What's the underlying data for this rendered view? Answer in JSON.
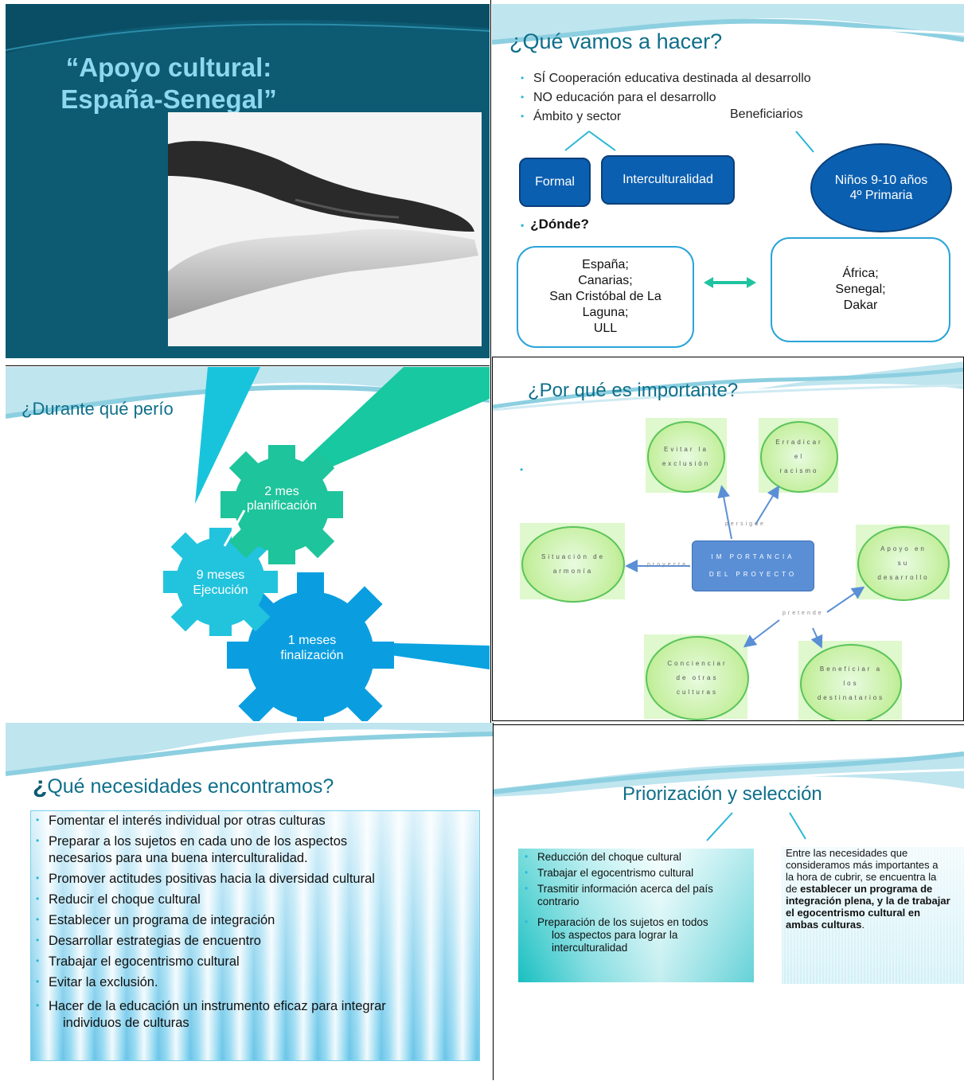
{
  "slide1": {
    "title_line1": "“Apoyo cultural:",
    "title_line2": "España-Senegal”",
    "image_label": "hands-image"
  },
  "slide2": {
    "title": "¿Qué vamos a hacer?",
    "bullets": [
      "SÍ Cooperación educativa destinada al desarrollo",
      "NO educación para el desarrollo",
      "Ámbito y sector"
    ],
    "beneficiarios": "Beneficiarios",
    "box_formal": "Formal",
    "box_intercult": "Interculturalidad",
    "oval_line1": "Niños 9-10 años",
    "oval_line2": "4º Primaria",
    "donde": "¿Dónde?",
    "left_box": [
      "España;",
      "Canarias;",
      "San Cristóbal de La",
      "Laguna;",
      "ULL"
    ],
    "right_box": [
      "África;",
      "Senegal;",
      "Dakar"
    ]
  },
  "slide3": {
    "title": "¿Durante qué perío",
    "gear_top": [
      "2 mes",
      "planificación"
    ],
    "gear_left": [
      "9 meses",
      "Ejecución"
    ],
    "gear_bottom": [
      "1 meses",
      "finalización"
    ]
  },
  "slide4": {
    "title": "¿Por qué es importante?",
    "center": [
      "IM PORTANCIA",
      "DEL PROYECTO"
    ],
    "c_top1": [
      "Evitar la",
      "exclusión"
    ],
    "c_top2": [
      "Erradicar",
      "el",
      "racismo"
    ],
    "c_left": [
      "Situación de",
      "armonía"
    ],
    "c_right": [
      "Apoyo en",
      "su",
      "desarrollo"
    ],
    "c_bot1": [
      "Concienciar",
      "de otras",
      "culturas"
    ],
    "c_bot2": [
      "Beneficiar a",
      "los",
      "destinatarios"
    ],
    "lbl_persigue": "persigue",
    "lbl_proyecta": "proyecta",
    "lbl_pretende": "pretende"
  },
  "slide5": {
    "title_q": "¿",
    "title": "Qué necesidades encontramos?",
    "items": [
      "Fomentar el interés individual por otras culturas",
      "Preparar a los sujetos en cada uno de los aspectos",
      "Promover actitudes positivas hacia la diversidad cultural",
      "Reducir el choque cultural",
      "Establecer un programa de integración",
      "Desarrollar estrategias de encuentro",
      "Trabajar el egocentrismo cultural",
      "Evitar la exclusión.",
      "Hacer de la educación un instrumento eficaz para integrar"
    ],
    "item2_cont": "necesarios para una buena interculturalidad.",
    "item9_cont": "individuos de culturas"
  },
  "slide6": {
    "title": "Priorización y selección",
    "items": [
      "Reducción del choque cultural",
      "Trabajar el egocentrismo cultural",
      "Trasmitir información acerca del país",
      "Preparación de los sujetos en todos"
    ],
    "item3_cont": "contrario",
    "item4_cont1": "los aspectos para lograr la",
    "item4_cont2": "interculturalidad",
    "right_lines": [
      "Entre las necesidades que",
      "consideramos más importantes a",
      "la hora de cubrir, se encuentra la",
      "de "
    ],
    "right_bold1": "establecer un programa de",
    "right_bold2": "integración plena, y la de trabajar",
    "right_bold3": "el egocentrismo cultural en",
    "right_bold4": "ambas culturas",
    "right_end": "."
  }
}
